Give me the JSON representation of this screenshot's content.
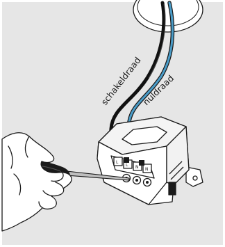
{
  "labels": {
    "switch_wire": "schakeldraad",
    "neutral_wire": "nuldraad",
    "terminals": [
      "L",
      "L",
      "N",
      "N"
    ]
  },
  "colors": {
    "background_panel": "#e6e6e6",
    "ceiling_ring": "#ffffff",
    "switch_wire": "#111111",
    "neutral_wire": "#4a9cc8",
    "module_body": "#ffffff",
    "module_stroke": "#1a1a1a",
    "screwdriver_handle": "#1a1a1a",
    "screwdriver_shaft": "#bfbfbf",
    "hand": "#ffffff"
  },
  "icons": {
    "ceiling_outlet": "ceiling-outlet-icon",
    "hand": "hand-icon",
    "screwdriver": "screwdriver-icon",
    "module": "dimmer-module-icon"
  }
}
